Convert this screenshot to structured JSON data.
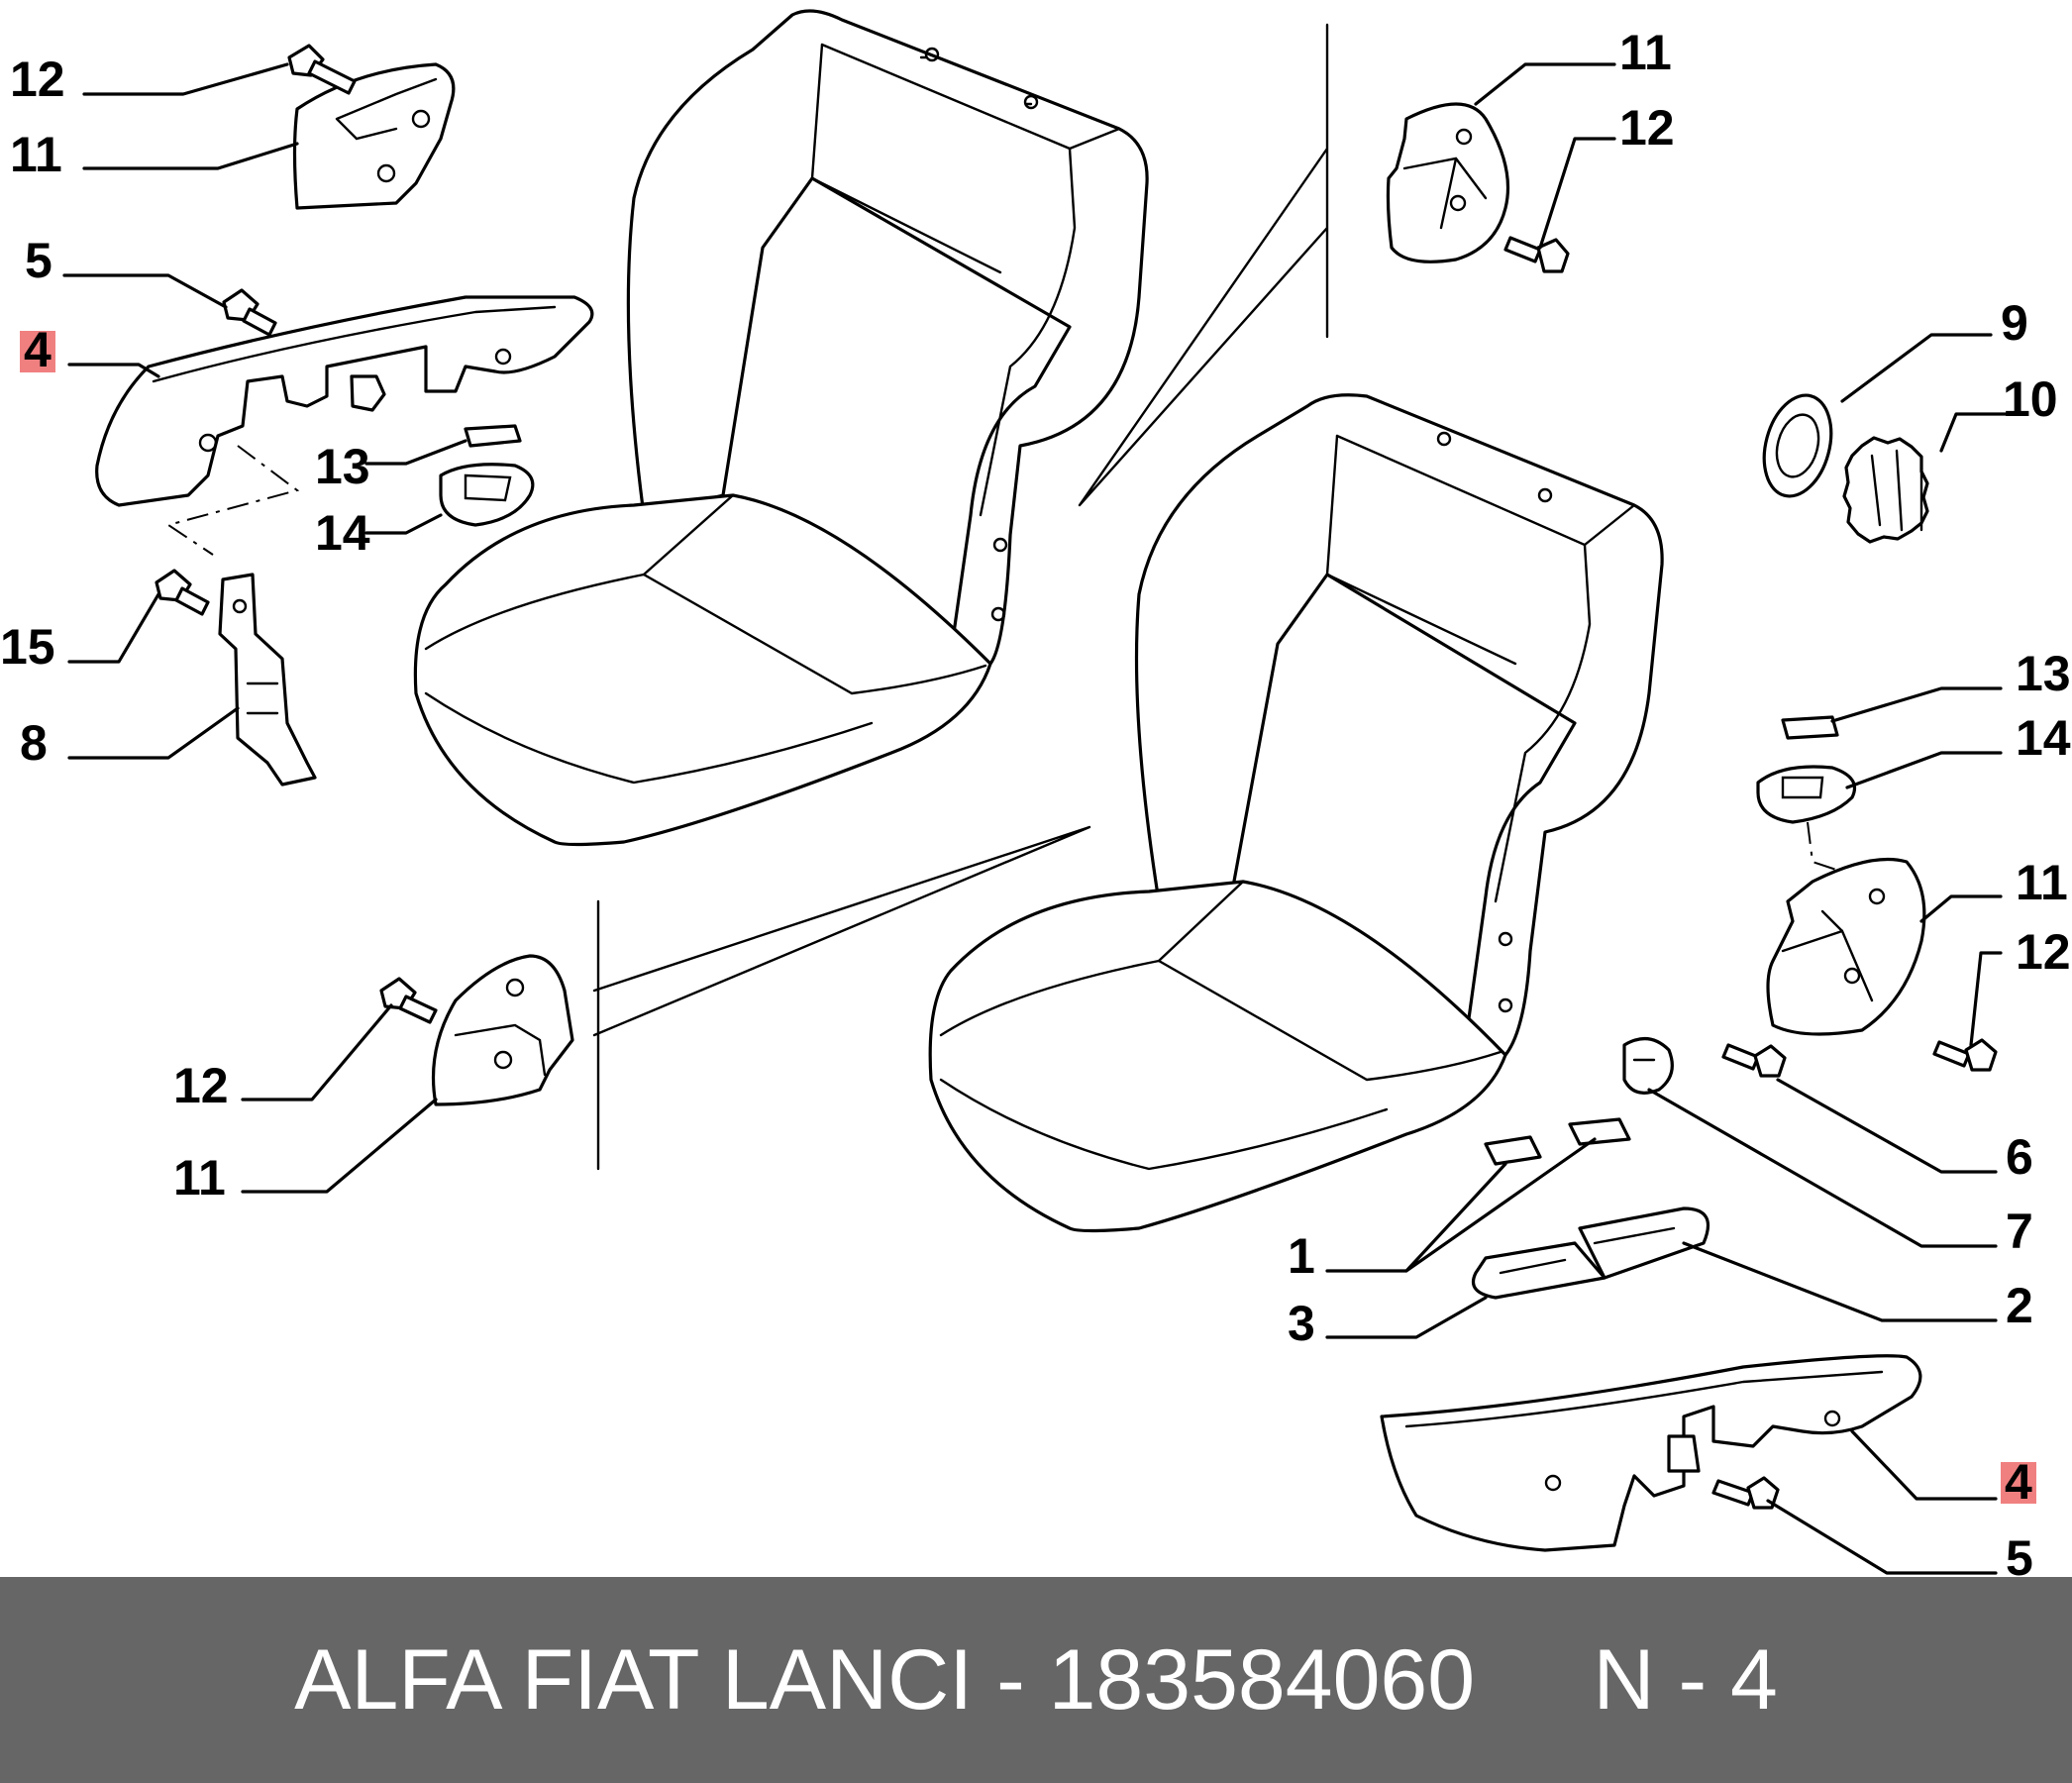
{
  "callouts": {
    "tl_12": "12",
    "tl_11": "11",
    "tl_5": "5",
    "tl_4": "4",
    "tl_13": "13",
    "tl_14": "14",
    "tl_15": "15",
    "tl_8": "8",
    "bl_12": "12",
    "bl_11": "11",
    "tr_11": "11",
    "tr_12": "12",
    "r_9": "9",
    "r_10": "10",
    "r_13": "13",
    "r_14": "14",
    "r_11": "11",
    "r_12": "12",
    "r_6": "6",
    "r_7": "7",
    "r_2": "2",
    "b_1": "1",
    "b_3": "3",
    "br_4": "4",
    "br_5": "5"
  },
  "highlight_color": "#f08080",
  "footer": {
    "text": "ALFA FIAT LANCI - 183584060     N - 4",
    "background": "#666666",
    "color": "#ffffff"
  }
}
